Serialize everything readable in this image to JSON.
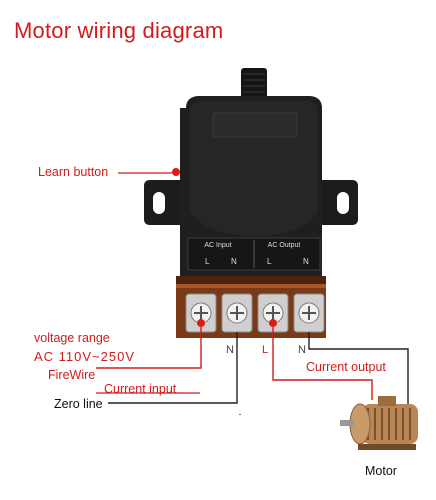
{
  "title": "Motor wiring diagram",
  "labels": {
    "learn_button": "Learn button",
    "voltage_range": "voltage range",
    "voltage_value": "AC 110V~250V",
    "firewire": "FireWire",
    "current_input": "Current input",
    "zero_line": "Zero line",
    "current_output": "Current output",
    "motor": "Motor"
  },
  "terminal_block": {
    "input_label": "AC Input",
    "output_label": "AC Output",
    "input_pins": [
      "L",
      "N"
    ],
    "output_pins": [
      "L",
      "N"
    ]
  },
  "wire_letters": {
    "input_n": "N",
    "output_l": "L",
    "output_n": "N"
  },
  "colors": {
    "accent": "#d21b1b",
    "device_body": "#1f1f1f",
    "terminal_base": "#7a3a18",
    "wire_black": "#222222"
  }
}
